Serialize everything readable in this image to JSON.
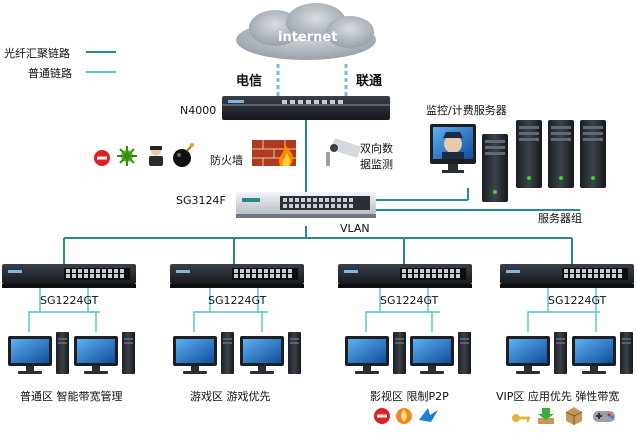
{
  "legend": {
    "fiber_label": "光纤汇聚链路",
    "normal_label": "普通链路",
    "fiber_color": "#2a8a8a",
    "normal_color": "#5fc9c9"
  },
  "cloud": {
    "label": "internet"
  },
  "isp": {
    "left": "电信",
    "right": "联通"
  },
  "core_router": {
    "label": "N4000"
  },
  "security": {
    "firewall_label": "防火墙",
    "monitor_label_1": "双向数",
    "monitor_label_2": "据监测"
  },
  "monitor_server": {
    "label": "监控/计费服务器"
  },
  "server_group": {
    "label": "服务器组"
  },
  "core_switch": {
    "label": "SG3124F"
  },
  "vlan": {
    "label": "VLAN"
  },
  "access": [
    {
      "switch": "SG1224GT",
      "zone": "普通区 智能带宽管理"
    },
    {
      "switch": "SG1224GT",
      "zone": "游戏区 游戏优先"
    },
    {
      "switch": "SG1224GT",
      "zone": "影视区 限制P2P"
    },
    {
      "switch": "SG1224GT",
      "zone": "VIP区 应用优先 弹性带宽"
    }
  ],
  "icons": {
    "threats": [
      "no-entry-icon",
      "virus-icon",
      "hacker-icon",
      "bomb-icon"
    ],
    "p2p": [
      "no-entry-icon",
      "flame-app-icon",
      "bird-app-icon"
    ],
    "vip": [
      "key-icon",
      "download-icon",
      "cube-icon",
      "gamepad-icon"
    ]
  }
}
